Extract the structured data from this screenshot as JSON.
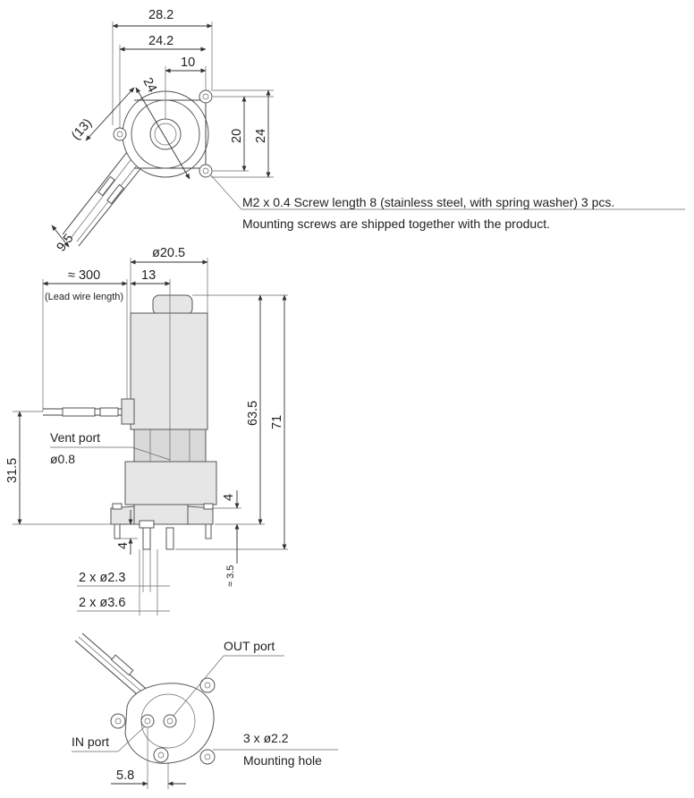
{
  "top_view": {
    "dim_28_2": "28.2",
    "dim_24_2": "24.2",
    "dim_10": "10",
    "dim_24_diag": "24",
    "dim_13": "(13)",
    "dim_20": "20",
    "dim_24_right": "24",
    "dim_9_5": "9.5",
    "note_line1": "M2 x 0.4 Screw length 8 (stainless steel, with spring washer) 3 pcs.",
    "note_line2": "Mounting screws are shipped together with the product."
  },
  "side_view": {
    "dim_dia_20_5": "ø20.5",
    "dim_13": "13",
    "dim_300": "≈ 300",
    "lead_wire_label": "(Lead wire length)",
    "dim_63_5": "63.5",
    "dim_71": "71",
    "vent_port_label": "Vent port",
    "vent_port_dia": "ø0.8",
    "dim_31_5": "31.5",
    "dim_4_right": "4",
    "dim_4_left": "4",
    "dim_3_5": "≈ 3.5",
    "dim_2x_2_3": "2 x ø2.3",
    "dim_2x_3_6": "2 x ø3.6"
  },
  "bottom_view": {
    "out_port_label": "OUT port",
    "in_port_label": "IN port",
    "mounting_hole_count": "3 x ø2.2",
    "mounting_hole_label": "Mounting hole",
    "dim_5_8": "5.8"
  }
}
